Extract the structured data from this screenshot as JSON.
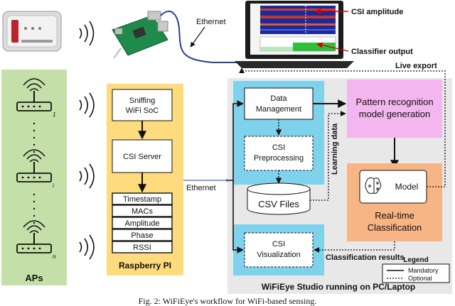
{
  "top": {
    "ethernet_label": "Ethernet",
    "csi_amplitude_label": "CSI amplitude",
    "classifier_output_label": "Classifier output",
    "live_export_label": "Live export"
  },
  "aps": {
    "title": "APs",
    "ap_indices": [
      "1",
      "i",
      "n"
    ]
  },
  "raspberry": {
    "title": "Raspberry PI",
    "sniffing_label_1": "Sniffing",
    "sniffing_label_2": "WiFi SoC",
    "server_label": "CSI Server",
    "fields": [
      "Timestamp",
      "MACs",
      "Amplitude",
      "Phase",
      "RSSI"
    ],
    "ethernet_label": "Ethernet"
  },
  "studio": {
    "title": "WiFiEye Studio running on PC/Laptop",
    "data_mgmt_1": "Data",
    "data_mgmt_2": "Management",
    "preproc_1": "CSI",
    "preproc_2": "Preprocessing",
    "csv_label": "CSV Files",
    "vis_1": "CSI",
    "vis_2": "Visualization",
    "learning_data_label": "Learning data",
    "pattern_1": "Pattern recognition",
    "pattern_2": "model generation",
    "model_label": "Model",
    "rt_1": "Real-time",
    "rt_2": "Classification",
    "class_results_label": "Classification results"
  },
  "legend": {
    "title": "Legend",
    "mandatory": "Mandatory",
    "optional": "Optional"
  },
  "caption": "Fig. 2: WiFiEye's workflow for WiFi-based sensing.",
  "colors": {
    "ap_panel": "#c5dfa8",
    "pi_panel": "#fedb7d",
    "studio_panel": "#e8e8e8",
    "blue_panel": "#7fd2ec",
    "pink_box": "#f3b6ee",
    "orange_box": "#f7b585"
  }
}
